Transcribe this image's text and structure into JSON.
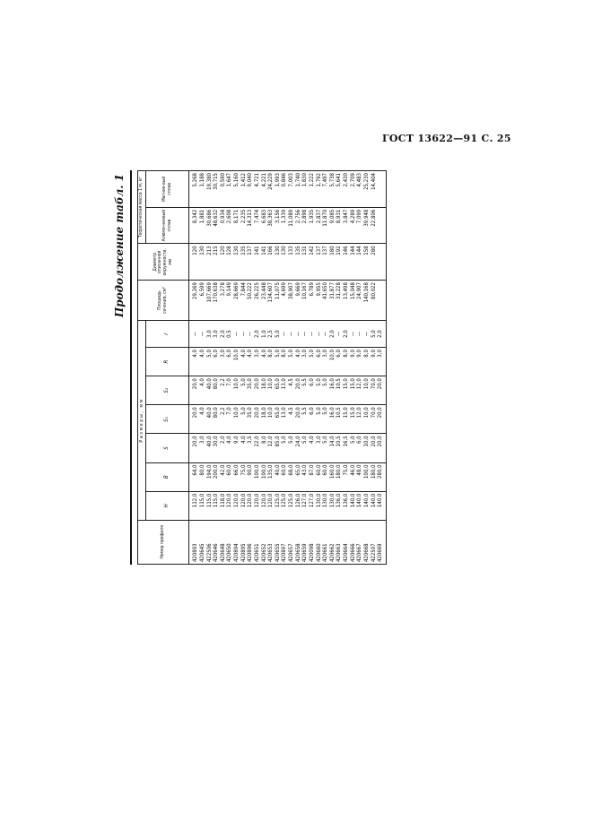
{
  "page_header": "ГОСТ 13622—91 С. 25",
  "table_caption": "Продолжение табл. 1",
  "table": {
    "col_profile": "Номер профиля",
    "group_dims": "Размеры, мм",
    "col_H": "H",
    "col_B": "B",
    "col_S": "S",
    "col_S1": "S₁",
    "col_S2": "S₂",
    "col_R": "R",
    "col_r": "r",
    "col_area": "Площадь сечения, см²",
    "col_circle": "Диаметр описанной окружности, мм",
    "group_mass": "Теоретическая масса 1 м, кг",
    "col_al": "Алюми-ниевый сплав",
    "col_mg": "Магние-вый сплав",
    "rows": [
      [
        "420893",
        "112,0",
        "64,0",
        "20,0",
        "20,0",
        "20,0",
        "4,0",
        "—",
        "29,269",
        "120",
        "8,342",
        "5,268"
      ],
      [
        "420645",
        "115,0",
        "80,0",
        "3,0",
        "4,0",
        "4,0",
        "4,0",
        "—",
        "6,599",
        "130",
        "1,881",
        "1,188"
      ],
      [
        "422506",
        "115,0",
        "194,0",
        "40,0",
        "40,0",
        "40,0",
        "5,0",
        "3,0",
        "107,669",
        "213",
        "30,686",
        "19,380"
      ],
      [
        "420646",
        "115,0",
        "200,0",
        "30,0",
        "80,0",
        "80,0",
        "6,0",
        "3,0",
        "170,638",
        "215",
        "48,632",
        "30,715"
      ],
      [
        "420648",
        "118,0",
        "42,0",
        "2,0",
        "2,2",
        "2,2",
        "3,0",
        "2,0",
        "3,278",
        "120",
        "0,934",
        "0,590"
      ],
      [
        "420650",
        "120,0",
        "60,0",
        "4,0",
        "7,0",
        "7,0",
        "6,0",
        "0,5",
        "9,149",
        "128",
        "2,608",
        "1,647"
      ],
      [
        "420894",
        "120,0",
        "66,0",
        "9,0",
        "10,0",
        "10,0",
        "10,0",
        "—",
        "28,669",
        "130",
        "8,171",
        "5,160"
      ],
      [
        "420895",
        "120,0",
        "75,0",
        "4,0",
        "5,0",
        "5,0",
        "4,0",
        "—",
        "7,844",
        "135",
        "2,235",
        "1,412"
      ],
      [
        "420896",
        "120,0",
        "90,0",
        "3,5",
        "35,0",
        "35,0",
        "4,0",
        "—",
        "50,222",
        "137",
        "14,313",
        "9,040"
      ],
      [
        "420651",
        "120,0",
        "100,0",
        "22,0",
        "20,0",
        "20,0",
        "3,0",
        "2,0",
        "26,225",
        "141",
        "7,474",
        "4,721"
      ],
      [
        "420652",
        "120,0",
        "100,0",
        "8,0",
        "18,0",
        "18,0",
        "4,0",
        "1,0",
        "23,448",
        "141",
        "6,683",
        "4,221"
      ],
      [
        "420653",
        "120,0",
        "135,0",
        "12,0",
        "10,0",
        "10,0",
        "8,0",
        "2,5",
        "134,607",
        "166",
        "38,363",
        "24,229"
      ],
      [
        "420655",
        "125,0",
        "40,0",
        "85,0",
        "65,0",
        "65,0",
        "5,0",
        "5,0",
        "11,075",
        "130",
        "3,156",
        "1,993"
      ],
      [
        "420897",
        "125,0",
        "60,0",
        "5,0",
        "13,0",
        "13,0",
        "8,0",
        "—",
        "4,699",
        "130",
        "1,339",
        "0,846"
      ],
      [
        "420657",
        "125,0",
        "68,0",
        "5,0",
        "4,5",
        "4,5",
        "5,0",
        "—",
        "38,907",
        "133",
        "11,089",
        "7,003"
      ],
      [
        "420658",
        "126,0",
        "65,0",
        "24,0",
        "20,0",
        "20,0",
        "4,0",
        "—",
        "9,669",
        "135",
        "2,756",
        "1,740"
      ],
      [
        "420659",
        "127,0",
        "43,0",
        "5,0",
        "5,5",
        "5,5",
        "3,0",
        "—",
        "10,167",
        "131",
        "2,898",
        "1,830"
      ],
      [
        "420098",
        "127,0",
        "87,0",
        "4,0",
        "6,0",
        "6,0",
        "5,0",
        "—",
        "6,789",
        "142",
        "1,935",
        "1,222"
      ],
      [
        "420660",
        "130,0",
        "60,0",
        "3,0",
        "5,0",
        "5,0",
        "6,0",
        "—",
        "9,955",
        "137",
        "2,837",
        "1,792"
      ],
      [
        "420661",
        "130,0",
        "60,0",
        "5,0",
        "5,0",
        "5,0",
        "3,0",
        "—",
        "41,650",
        "137",
        "11,870",
        "7,497"
      ],
      [
        "420662",
        "130,0",
        "160,0",
        "14,0",
        "16,0",
        "16,0",
        "10,0",
        "2,0",
        "31,877",
        "180",
        "9,085",
        "5,738"
      ],
      [
        "420663",
        "136,0",
        "180,0",
        "10,5",
        "10,5",
        "10,5",
        "6,0",
        "—",
        "31,228",
        "192",
        "8,931",
        "5,641"
      ],
      [
        "420664",
        "136,0",
        "75,0",
        "16,5",
        "15,0",
        "15,0",
        "8,0",
        "2,0",
        "13,498",
        "146",
        "3,847",
        "2,430"
      ],
      [
        "420666",
        "140,0",
        "46,0",
        "5,0",
        "15,0",
        "15,0",
        "9,0",
        "—",
        "15,048",
        "144",
        "4,289",
        "2,709"
      ],
      [
        "420667",
        "140,0",
        "48,0",
        "6,0",
        "12,0",
        "12,0",
        "9,0",
        "—",
        "24,907",
        "144",
        "7,099",
        "4,483"
      ],
      [
        "420668",
        "140,0",
        "100,0",
        "10,0",
        "10,0",
        "10,0",
        "8,0",
        "—",
        "140,168",
        "158",
        "39,948",
        "25,230"
      ],
      [
        "422507",
        "140,0",
        "180,0",
        "20,0",
        "70,0",
        "70,0",
        "9,0",
        "5,0",
        "80,022",
        "280",
        "22,806",
        "14,404"
      ],
      [
        "420669",
        "140,0",
        "280,0",
        "20,0",
        "20,0",
        "20,0",
        "3,0",
        "2,0",
        "",
        "",
        "",
        ""
      ]
    ]
  }
}
